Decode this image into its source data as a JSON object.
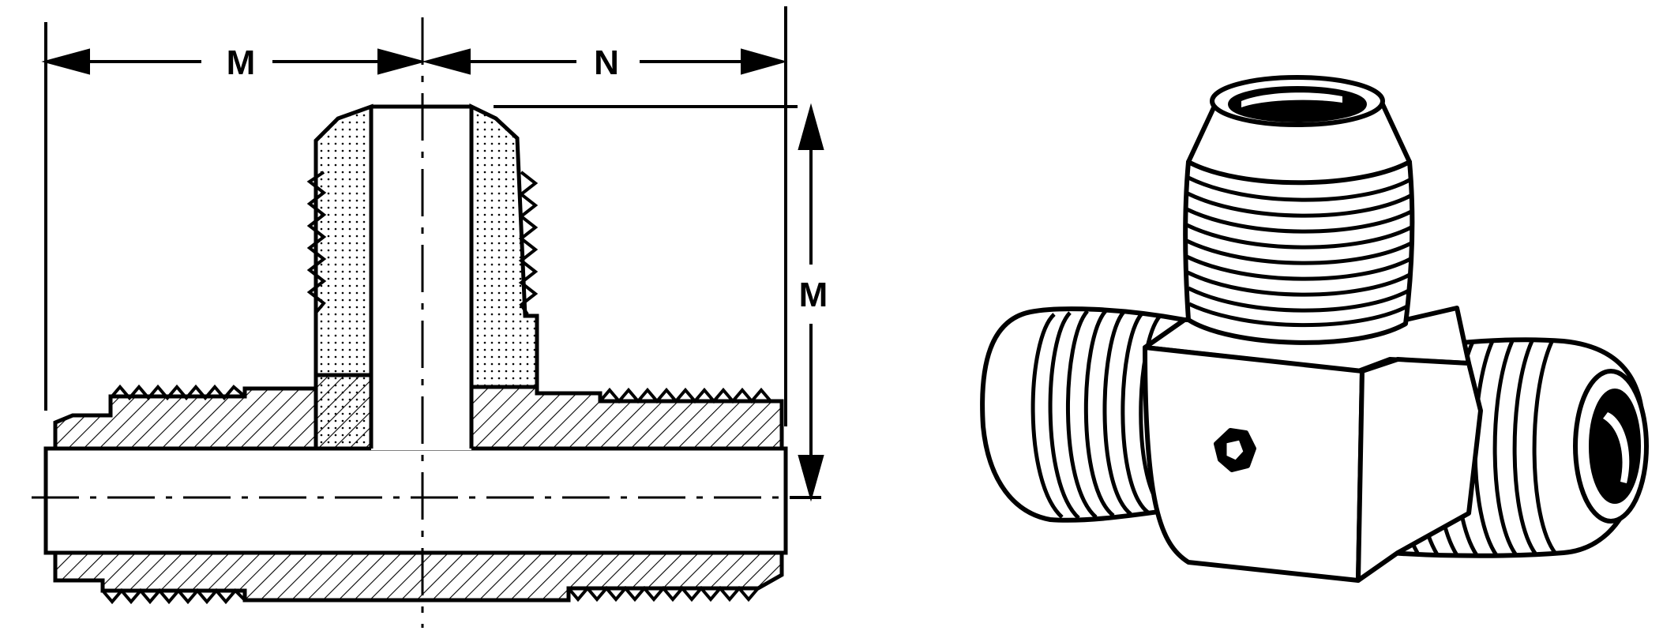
{
  "diagram": {
    "dimension_labels": {
      "left_horizontal": "M",
      "right_horizontal": "N",
      "vertical": "M"
    },
    "colors": {
      "ink": "#000000",
      "paper": "#ffffff"
    }
  }
}
